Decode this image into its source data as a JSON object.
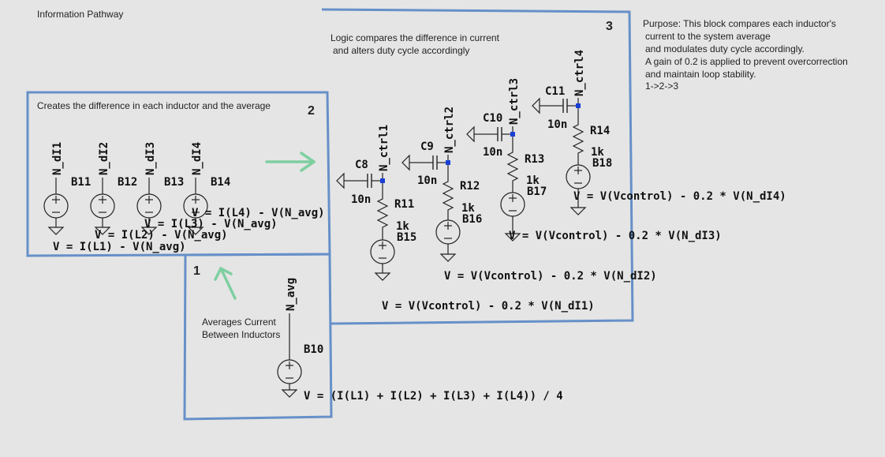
{
  "title": "Information Pathway",
  "blocks": {
    "b1": {
      "number": "1",
      "note_lines": [
        "Averages Current",
        "Between Inductors"
      ]
    },
    "b2": {
      "number": "2",
      "note": "Creates the difference in each inductor and the average"
    },
    "b3": {
      "number": "3",
      "note_lines": [
        "Logic compares the difference in current",
        "and alters duty cycle accordingly"
      ]
    }
  },
  "purpose_lines": [
    "Purpose: This block compares each inductor's",
    "current to the system average",
    "and modulates duty cycle accordingly.",
    "A gain of 0.2 is applied to prevent overcorrection",
    "and maintain loop stability.",
    "1->2->3"
  ],
  "net_labels": {
    "n_di1": "N_dI1",
    "n_di2": "N_dI2",
    "n_di3": "N_dI3",
    "n_di4": "N_dI4",
    "n_avg": "N_avg",
    "n_ctrl1": "N_ctrl1",
    "n_ctrl2": "N_ctrl2",
    "n_ctrl3": "N_ctrl3",
    "n_ctrl4": "N_ctrl4"
  },
  "sources": {
    "b10": {
      "name": "B10",
      "expr": "V = (I(L1) + I(L2) + I(L3) + I(L4)) / 4"
    },
    "b11": {
      "name": "B11",
      "expr": "V = I(L1) - V(N_avg)"
    },
    "b12": {
      "name": "B12",
      "expr": "V = I(L2) - V(N_avg)"
    },
    "b13": {
      "name": "B13",
      "expr": "V = I(L3) - V(N_avg)"
    },
    "b14": {
      "name": "B14",
      "expr": "V = I(L4) - V(N_avg)"
    },
    "b15": {
      "name": "B15",
      "expr": "V = V(Vcontrol) - 0.2 * V(N_dI1)"
    },
    "b16": {
      "name": "B16",
      "expr": "V = V(Vcontrol) - 0.2 * V(N_dI2)"
    },
    "b17": {
      "name": "B17",
      "expr": "V = V(Vcontrol) - 0.2 * V(N_dI3)"
    },
    "b18": {
      "name": "B18",
      "expr": "V = V(Vcontrol) - 0.2 * V(N_dI4)"
    }
  },
  "resistors": {
    "r11": {
      "name": "R11",
      "value": "1k"
    },
    "r12": {
      "name": "R12",
      "value": "1k"
    },
    "r13": {
      "name": "R13",
      "value": "1k"
    },
    "r14": {
      "name": "R14",
      "value": "1k"
    }
  },
  "capacitors": {
    "c8": {
      "name": "C8",
      "value": "10n"
    },
    "c9": {
      "name": "C9",
      "value": "10n"
    },
    "c10": {
      "name": "C10",
      "value": "10n"
    },
    "c11": {
      "name": "C11",
      "value": "10n"
    }
  },
  "colors": {
    "block_outline": "#6690c8",
    "flow_arrow": "#7fcfa0",
    "background": "#e5e5e5"
  }
}
